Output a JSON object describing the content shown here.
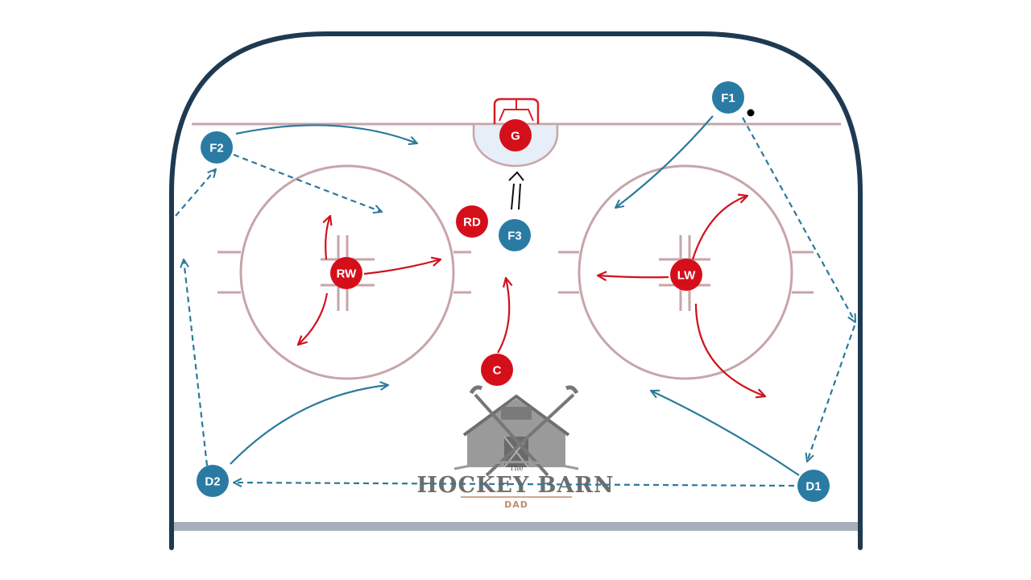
{
  "colors": {
    "board": "#1e3a52",
    "red_line": "#c7a5a8",
    "blue_line": "#a7b0ba",
    "crease_fill": "#e6eef7",
    "goal_red": "#d81f26",
    "offense": "#2a7ba3",
    "defense": "#d50f1a",
    "offense_path": "#2b7a9b",
    "defense_path": "#d0121d"
  },
  "players": {
    "offense": [
      {
        "id": "f1",
        "label": "F1"
      },
      {
        "id": "f2",
        "label": "F2"
      },
      {
        "id": "f3",
        "label": "F3"
      },
      {
        "id": "d1",
        "label": "D1"
      },
      {
        "id": "d2",
        "label": "D2"
      }
    ],
    "defense": [
      {
        "id": "g",
        "label": "G"
      },
      {
        "id": "rd",
        "label": "RD"
      },
      {
        "id": "rw",
        "label": "RW"
      },
      {
        "id": "lw",
        "label": "LW"
      },
      {
        "id": "c",
        "label": "C"
      }
    ]
  },
  "icons": {
    "puck": "puck-icon",
    "net": "hockey-net-icon",
    "logo": "hockey-barn-logo"
  },
  "logo": {
    "the": "The",
    "name": "HOCKEY BARN",
    "sub": "DAD"
  }
}
